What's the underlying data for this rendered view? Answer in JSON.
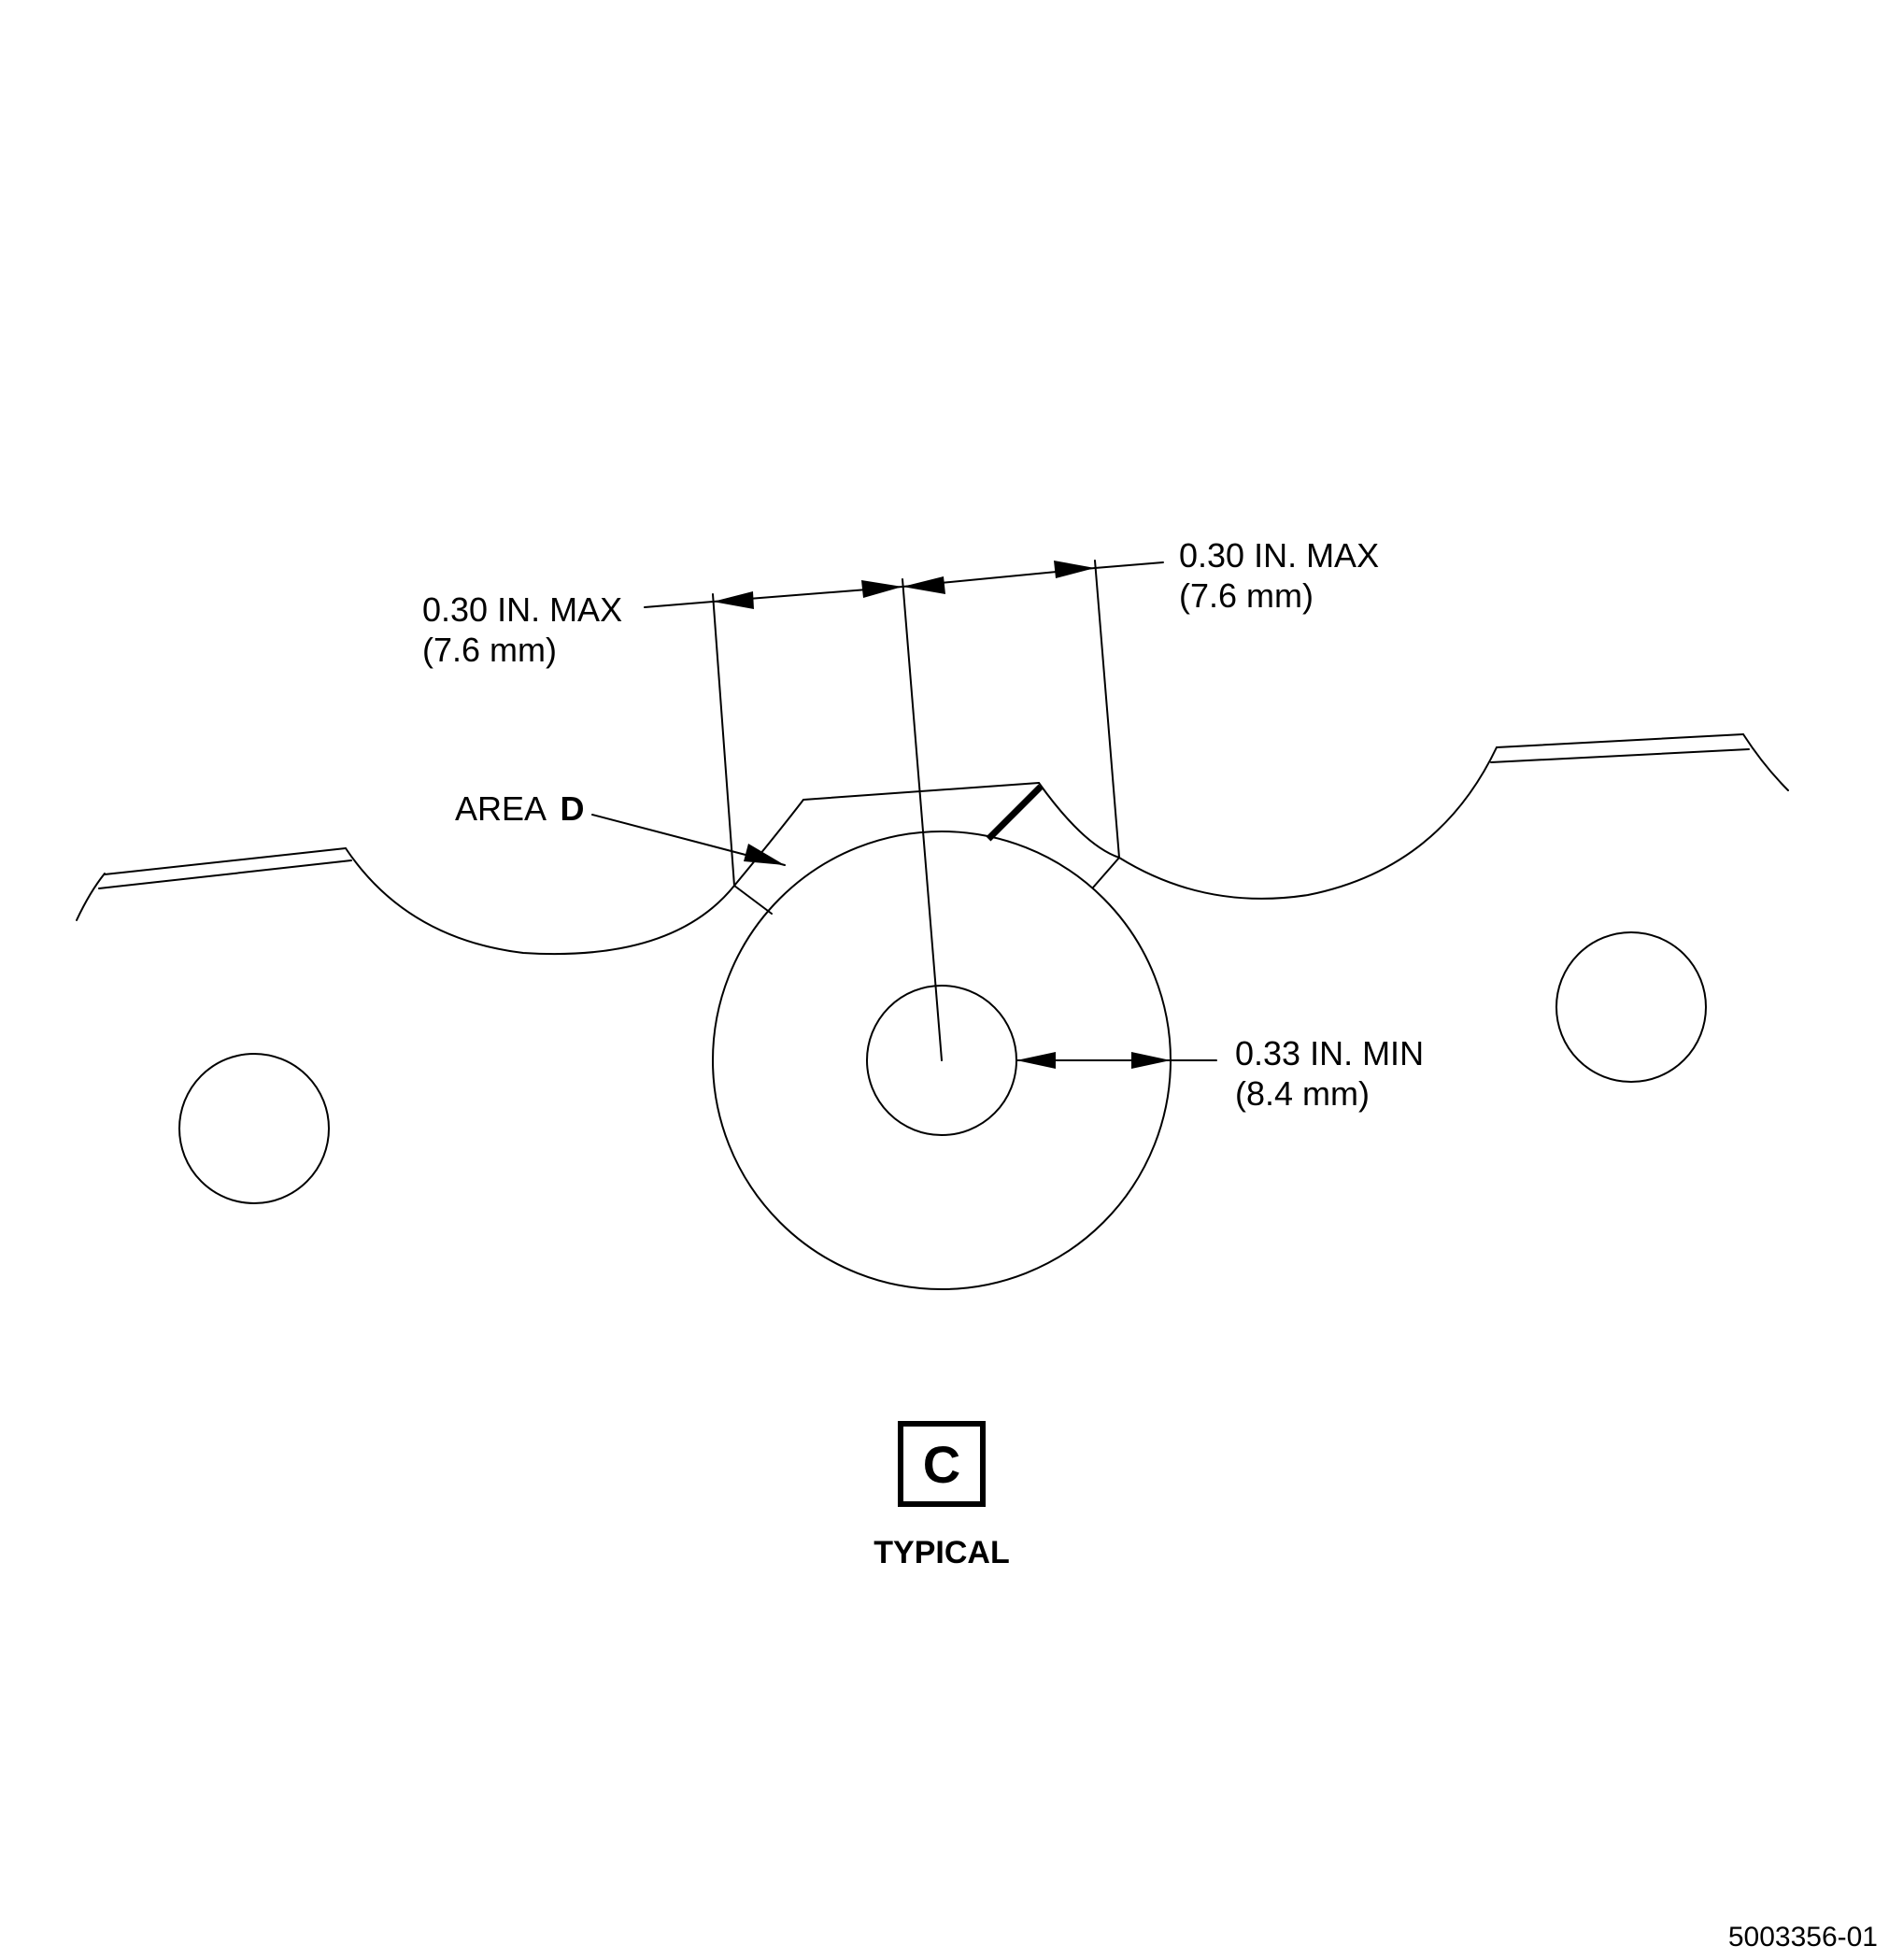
{
  "dimensions": {
    "left_width": {
      "line1": "0.30 IN. MAX",
      "line2": "(7.6 mm)"
    },
    "right_width": {
      "line1": "0.30 IN. MAX",
      "line2": "(7.6 mm)"
    },
    "edge_distance": {
      "line1": "0.33 IN. MIN",
      "line2": "(8.4 mm)"
    }
  },
  "area_label": {
    "prefix": "AREA",
    "letter": "D"
  },
  "detail": {
    "letter": "C",
    "caption": "TYPICAL"
  },
  "figure_number": "5003356-01"
}
